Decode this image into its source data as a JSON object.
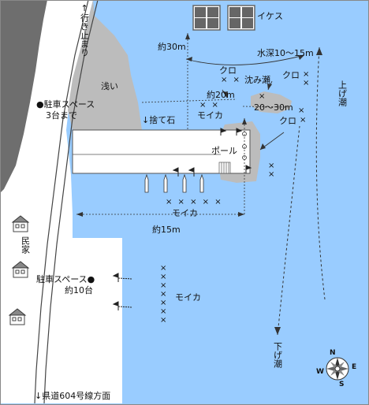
{
  "colors": {
    "sea": "#99ccff",
    "shallow": "#bcbcbc",
    "land_dark": "#6e6e6e",
    "pier": "#ffffff",
    "cage": "#666666",
    "text": "#111111"
  },
  "labels": {
    "road_closed": "↑行き止まり",
    "ikesu": "イケス",
    "depth30": "約30m",
    "depth_range": "水深10〜15m",
    "asai": "浅い",
    "parking1_line1": "●駐車スペース",
    "parking1_line2": "3台まで",
    "kuro1": "クロ",
    "shizumise": "沈み瀬",
    "kuro2": "クロ",
    "depth20": "約20m",
    "sutete_ishi": "↓捨て石",
    "moika1": "モイカ",
    "range20_30": "20〜30m",
    "kuro3": "クロ",
    "pole": "ポール",
    "agejio": "上げ潮",
    "moika2": "モイカ",
    "length15": "約15m",
    "minka": "民家",
    "parking2_line1": "駐車スペース●",
    "parking2_line2": "約10台",
    "moika3": "モイカ",
    "sagejio": "下げ潮",
    "route": "↓県道604号線方面"
  },
  "marks": {
    "x2": "× ×",
    "x1": "×",
    "x5": "× × × × ×"
  },
  "compass": {
    "n": "N",
    "e": "E",
    "s": "S",
    "w": "W"
  }
}
